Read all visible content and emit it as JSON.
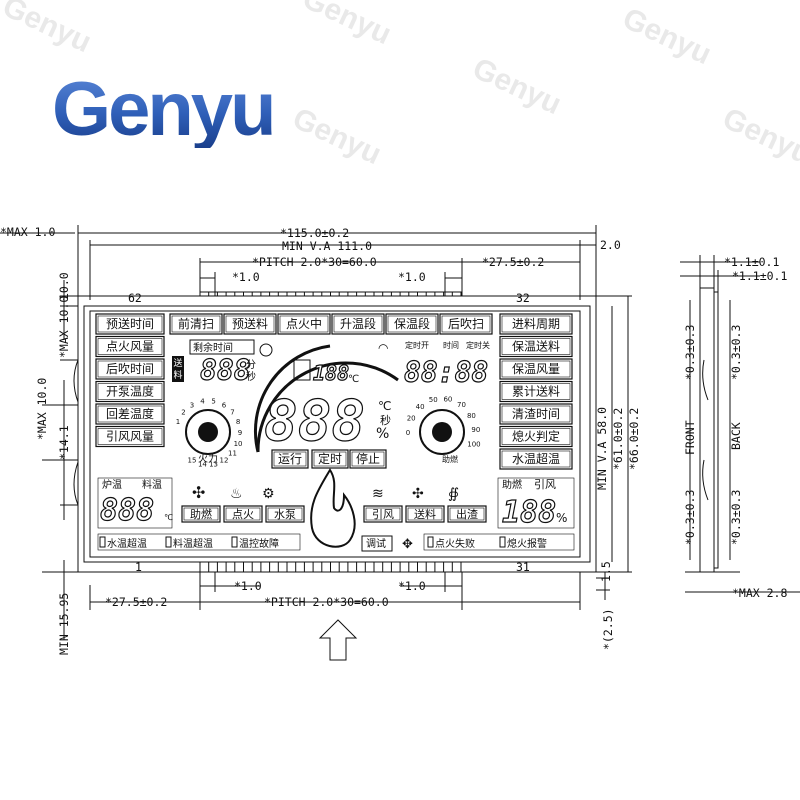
{
  "brand": {
    "logo_text": "Genyu",
    "watermark": "Genyu"
  },
  "dimensions": {
    "max_1_0": "*MAX  1.0",
    "overall_width": "*115.0±0.2",
    "min_va_width": "MIN  V.A  111.0",
    "right_2_0": "2.0",
    "pitch_top": "*PITCH  2.0*30=60.0",
    "pin_1_0_a": "*1.0",
    "pin_1_0_b": "*1.0",
    "offset_27_5_top": "*27.5±0.2",
    "pin_62": "62",
    "pin_32": "32",
    "pin_1": "1",
    "pin_31": "31",
    "pitch_bottom": "*PITCH  2.0*30=60.0",
    "offset_27_5_bottom": "*27.5±0.2",
    "pin_1_0_c": "*1.0",
    "pin_1_0_d": "*1.0",
    "max_10_left": "*MAX  10.0",
    "left_10_0": "10.0",
    "left_max_10": "*MAX  10.0",
    "left_14_1": "*14.1",
    "min_15_95": "MIN  15.95",
    "min_va_height": "MIN  V.A  58.0",
    "height_61": "*61.0±0.2",
    "height_66": "*66.0±0.2",
    "bottom_1_5": "1.5",
    "bottom_2_5": "*(2.5)",
    "side_1_1_a": "*1.1±0.1",
    "side_1_1_b": "*1.1±0.1",
    "side_0_3_a": "*0.3±0.3",
    "side_0_3_b": "*0.3±0.3",
    "side_0_3_c": "*0.3±0.3",
    "side_0_3_d": "*0.3±0.3",
    "front": "FRONT",
    "back": "BACK",
    "max_2_8": "*MAX  2.8"
  },
  "lcd": {
    "left_labels": [
      "预送时间",
      "点火风量",
      "后吹时间",
      "开泵温度",
      "回差温度",
      "引风风量"
    ],
    "top_labels": [
      "前清扫",
      "预送料",
      "点火中",
      "升温段",
      "保温段",
      "后吹扫"
    ],
    "right_labels": [
      "进料周期",
      "保温送料",
      "保温风量",
      "累计送料",
      "清渣时间",
      "熄火判定",
      "水温超温"
    ],
    "remaining_time": "剩余时间",
    "send_label": "送料",
    "minute": "分",
    "second": "秒",
    "timer_on": "定时开",
    "timer_time": "时间",
    "timer_off": "定时关",
    "digits3": "888",
    "digits4": "88:88",
    "temp_small": "188",
    "celsius": "℃",
    "percent": "%",
    "fire_power": "火力",
    "assist_wind": "助燃",
    "fire_scale": [
      "1",
      "2",
      "3",
      "4",
      "5",
      "6",
      "7",
      "8",
      "9",
      "10",
      "11",
      "12",
      "13",
      "14",
      "15"
    ],
    "wind_scale": [
      "0",
      "20",
      "40",
      "50",
      "60",
      "70",
      "80",
      "90",
      "100"
    ],
    "buttons_mid": [
      "运行",
      "定时",
      "停止"
    ],
    "furnace_temp": "炉温",
    "feed_temp": "料温",
    "bottom_left_buttons": [
      "助燃",
      "点火",
      "水泵"
    ],
    "bottom_right_buttons": [
      "引风",
      "送料",
      "出渣"
    ],
    "assist2": "助燃",
    "induced": "引风",
    "big_percent": "188",
    "alarm_left": [
      "水温超温",
      "料温超温",
      "温控故障"
    ],
    "test": "调试",
    "alarm_right": [
      "点火失败",
      "熄火报警"
    ]
  }
}
